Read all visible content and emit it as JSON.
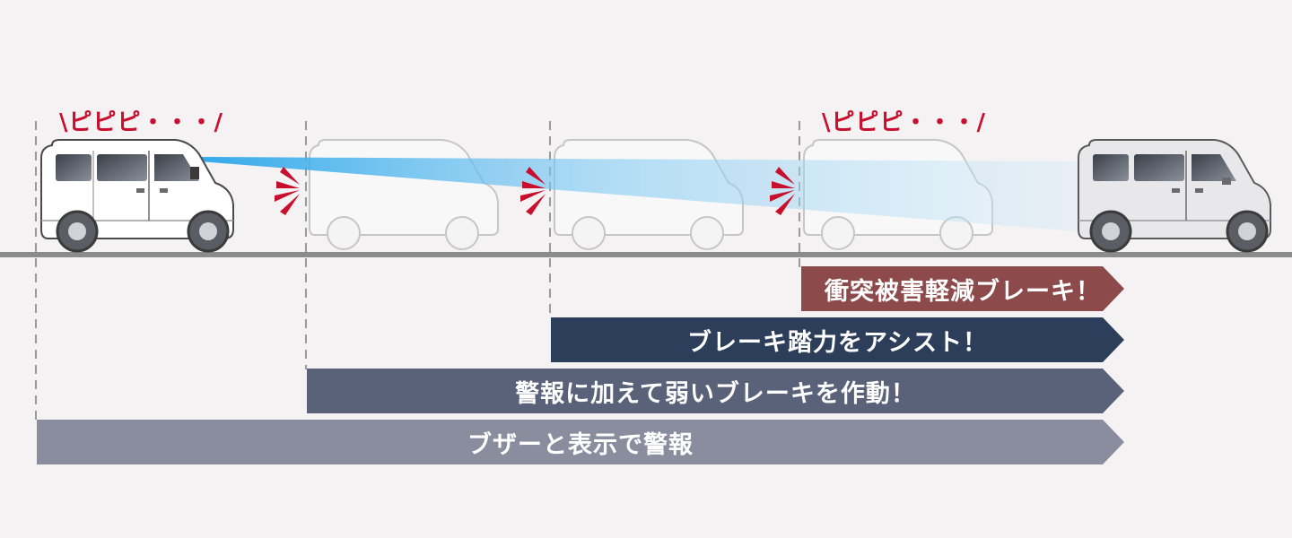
{
  "sound_effects": [
    "\\ピピピ・・・/",
    "\\ピピピ・・・/"
  ],
  "stages": [
    {
      "label": "衝突被害軽減ブレーキ！",
      "color": "#8c4a4a"
    },
    {
      "label": "ブレーキ踏力をアシスト！",
      "color": "#2d3e5a"
    },
    {
      "label": "警報に加えて弱いブレーキを作動！",
      "color": "#5a6279"
    },
    {
      "label": "ブザーと表示で警報",
      "color": "#8a8d9e"
    }
  ],
  "colors": {
    "background": "#f5f2f3",
    "road": "#8c8c8c",
    "alert": "#c8102e",
    "sensor_beam": "#3cb0ec"
  }
}
